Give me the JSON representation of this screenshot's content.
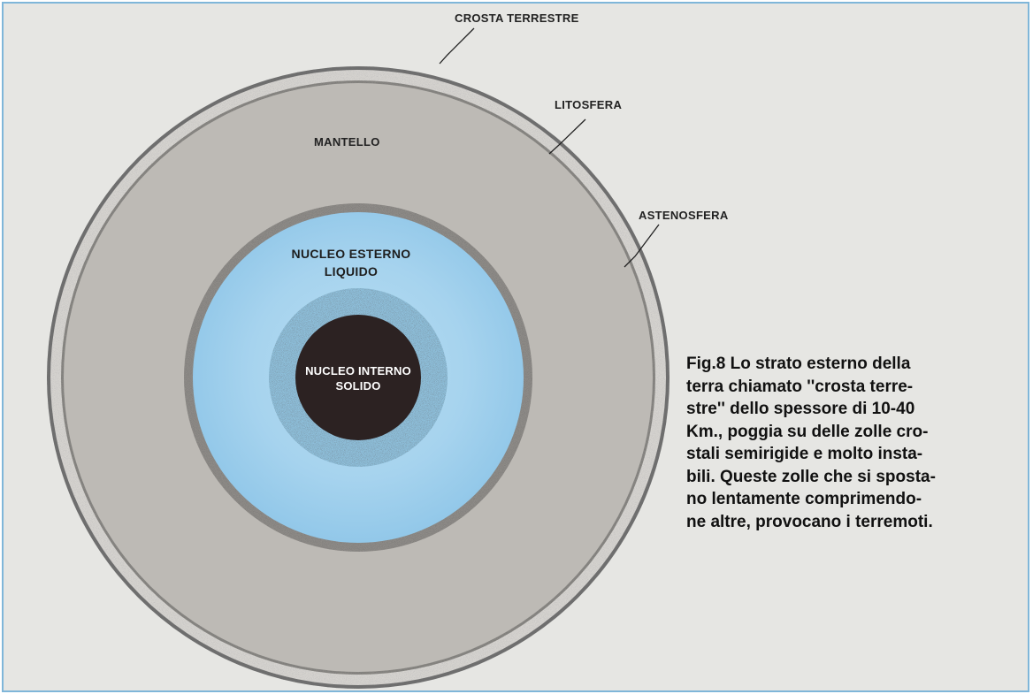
{
  "labels": {
    "crosta": "CROSTA TERRESTRE",
    "litosfera": "LITOSFERA",
    "astenosfera": "ASTENOSFERA",
    "mantello": "MANTELLO",
    "nucleo_esterno": [
      "NUCLEO ESTERNO",
      "LIQUIDO"
    ],
    "nucleo_interno": [
      "NUCLEO INTERNO",
      "SOLIDO"
    ]
  },
  "caption": {
    "lines": [
      "Fig.8 Lo strato esterno della",
      "terra chiamato ''crosta terre-",
      "stre'' dello spessore di 10-40",
      "Km., poggia su delle zolle cro-",
      "stali semirigide e molto insta-",
      "bili. Queste zolle che si sposta-",
      "no lentamente comprimendo-",
      "ne altre, provocano i terremoti."
    ]
  },
  "colors": {
    "background": "#e6e6e3",
    "frame": "#7fb6d9",
    "crust": "#6f6f6f",
    "asthenosphere": "#d5d3cf",
    "mantle": "#bdbab5",
    "outer_core": "#a9d6ef",
    "inner_core": "#2c2222"
  }
}
